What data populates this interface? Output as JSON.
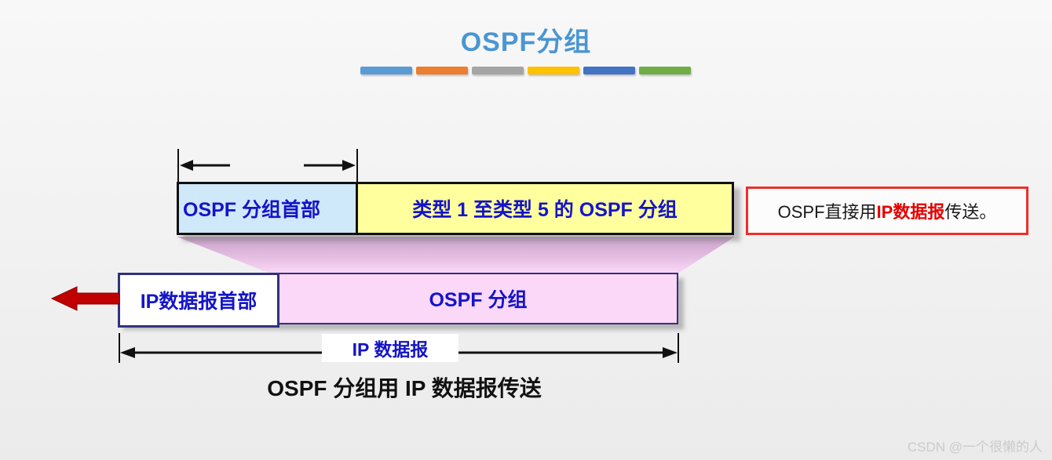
{
  "page": {
    "title": "OSPF分组",
    "title_color": "#4a96d2",
    "divider_colors": [
      "#5b9bd5",
      "#ed7d31",
      "#a5a5a5",
      "#ffc000",
      "#4472c4",
      "#70ad47"
    ],
    "watermark": "CSDN @一个很懒的人"
  },
  "diagram": {
    "text_color": "#1414c8",
    "top_bar": {
      "header_label": "OSPF 分组首部",
      "header_bg": "#cfe8fa",
      "body_label": "类型 1 至类型 5 的 OSPF 分组",
      "body_bg": "#ffff9e"
    },
    "note_box": {
      "prefix": "OSPF直接用",
      "highlight": "IP数据报",
      "suffix": "传送。",
      "border_color": "#ee2f27",
      "highlight_color": "#e60000"
    },
    "funnel": {
      "top_color": "#c9a0c9",
      "bottom_color": "#fad6f6"
    },
    "bottom_bar": {
      "header_label": "IP数据报首部",
      "header_bg": "#ffffff",
      "body_label": "OSPF 分组",
      "body_bg": "#fbd7f8",
      "border_color": "#31317e"
    },
    "red_arrow_color": "#c00000",
    "measure_label": "IP 数据报",
    "caption": "OSPF 分组用 IP 数据报传送"
  }
}
